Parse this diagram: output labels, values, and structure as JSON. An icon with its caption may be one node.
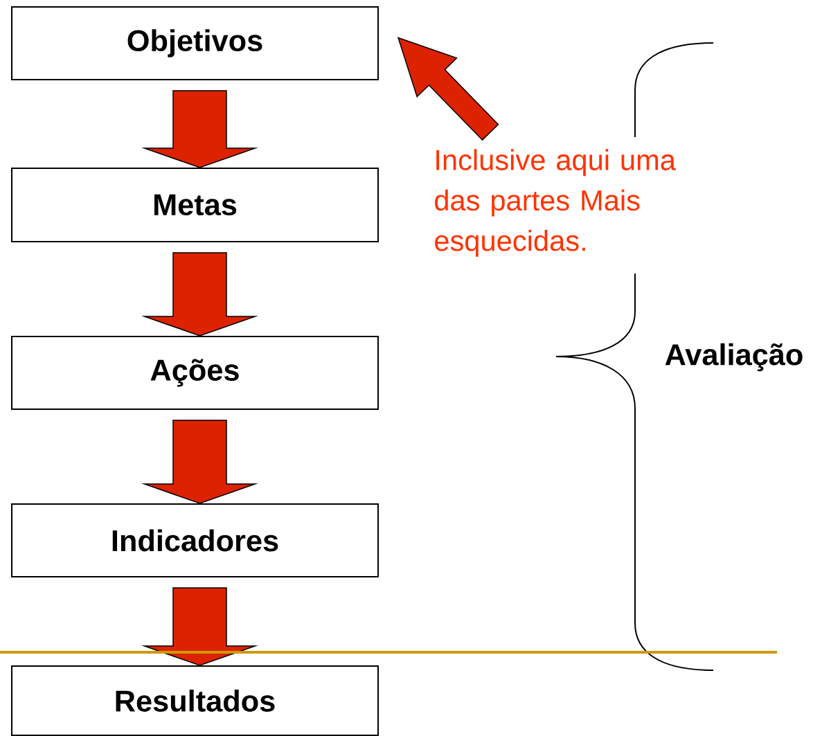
{
  "diagram": {
    "nodes": [
      {
        "text": [
          "Objetivos"
        ]
      },
      {
        "text": [
          "Metas"
        ]
      },
      {
        "text": [
          "Ações"
        ]
      },
      {
        "text": [
          "Indicadores"
        ]
      },
      {
        "text": [
          "Resultados"
        ]
      },
      {
        "text": [
          "Inclusive aqui uma das partes Mais esquecidas."
        ]
      }
    ],
    "edges": [
      {
        "from": 0,
        "to": 1,
        "arrow": "to"
      },
      {
        "from": 1,
        "to": 2,
        "arrow": "to"
      },
      {
        "from": 2,
        "to": 3,
        "arrow": "to"
      },
      {
        "from": 3,
        "to": 4,
        "arrow": "to"
      },
      {
        "from": 5,
        "to": 0,
        "arrow": "to"
      }
    ],
    "labels": [
      "Avaliação"
    ]
  }
}
